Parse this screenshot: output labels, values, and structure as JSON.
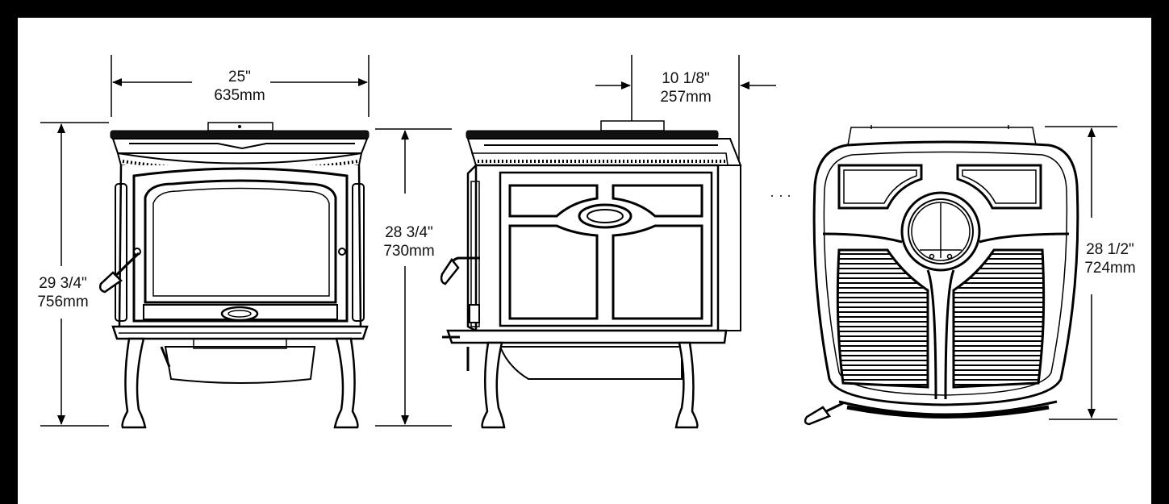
{
  "views": {
    "front": {
      "width_label": "25\"",
      "width_mm": "635mm",
      "height_label": "29 3/4\"",
      "height_mm": "756mm"
    },
    "side": {
      "height_label": "28 3/4\"",
      "height_mm": "730mm",
      "flue_offset_label": "10 1/8\"",
      "flue_offset_mm": "257mm"
    },
    "top": {
      "depth_label": "28 1/2\"",
      "depth_mm": "724mm"
    }
  }
}
